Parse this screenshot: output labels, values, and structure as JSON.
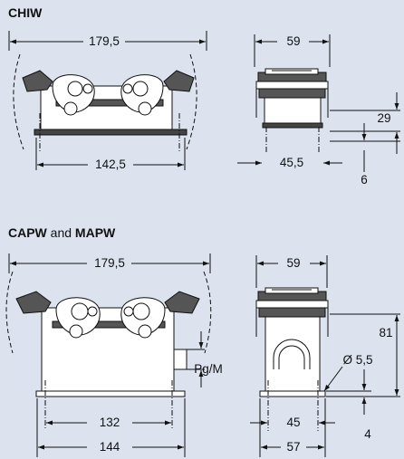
{
  "sections": [
    {
      "title_bold": "CHIW",
      "title_rest": "",
      "title_bold_2": ""
    },
    {
      "title_bold": "CAPW",
      "title_rest": " and ",
      "title_bold_2": "MAPW"
    }
  ],
  "dimensions": {
    "top_front_width": "179,5",
    "top_front_base": "142,5",
    "top_side_width": "59",
    "top_side_base": "45,5",
    "top_side_height": "29",
    "top_side_plate": "6",
    "bottom_front_width": "179,5",
    "bottom_front_inner": "132",
    "bottom_front_base": "144",
    "bottom_front_thread": "Pg/M",
    "bottom_side_width": "59",
    "bottom_side_hole": "Ø 5,5",
    "bottom_side_height": "81",
    "bottom_side_inner": "45",
    "bottom_side_plate": "4",
    "bottom_side_base": "57"
  },
  "colors": {
    "background": "#dce3ee",
    "line": "#111111",
    "seal": "#555555",
    "body": "#ffffff"
  }
}
